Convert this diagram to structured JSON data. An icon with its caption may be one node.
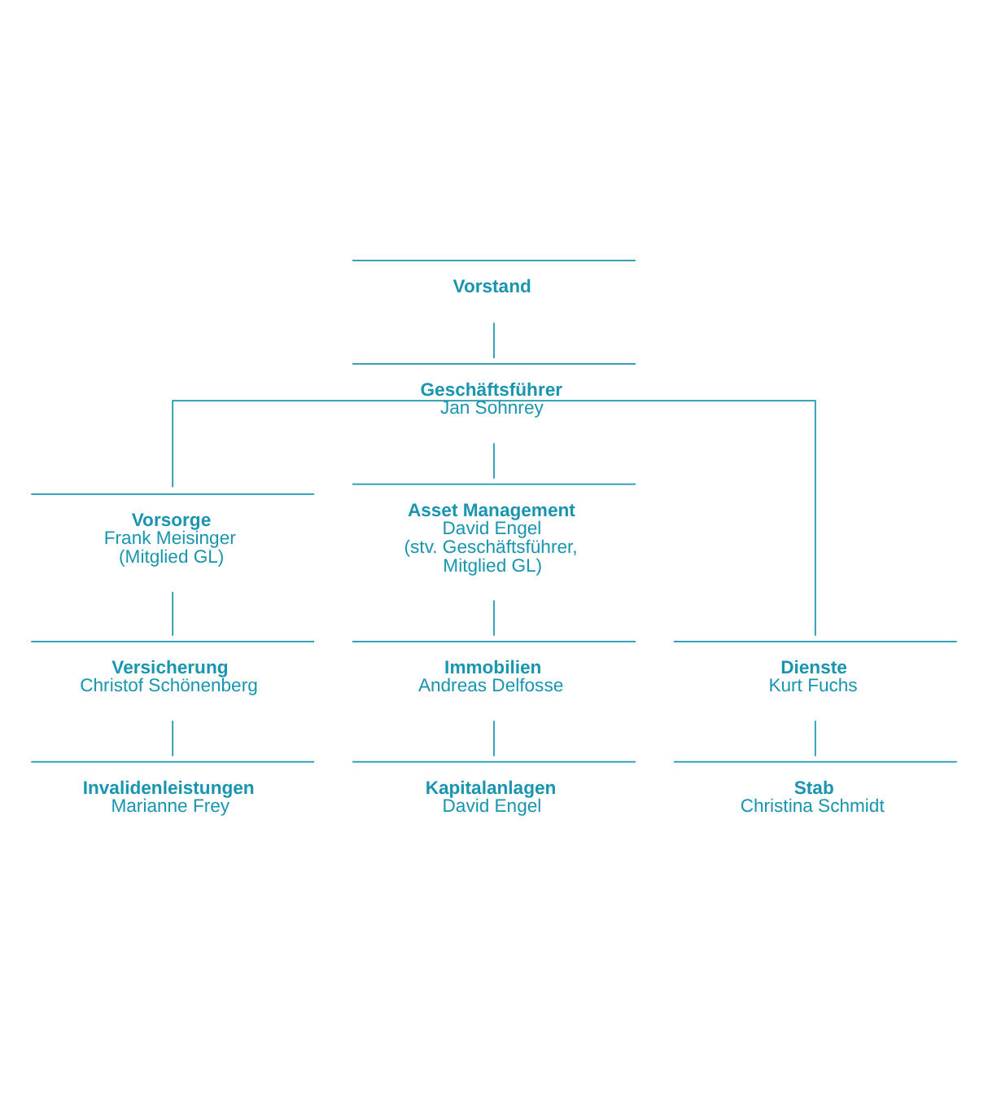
{
  "diagram": {
    "nodes": [
      {
        "text": [
          "Vorstand"
        ]
      },
      {
        "text": [
          "Geschäftsführer",
          "Jan Sohnrey"
        ]
      },
      {
        "text": [
          "Vorsorge",
          "Frank Meisinger",
          "(Mitglied GL)"
        ]
      },
      {
        "text": [
          "Asset Management",
          "David Engel",
          "(stv. Geschäftsführer, Mitglied GL)"
        ]
      },
      {
        "text": [
          "Versicherung",
          "Christof Schönenberg"
        ]
      },
      {
        "text": [
          "Immobilien",
          "Andreas Delfosse"
        ]
      },
      {
        "text": [
          "Dienste",
          "Kurt Fuchs"
        ]
      },
      {
        "text": [
          "Invalidenleistungen",
          "Marianne Frey"
        ]
      },
      {
        "text": [
          "Kapitalanlagen",
          "David Engel"
        ]
      },
      {
        "text": [
          "Stab",
          "Christina Schmidt"
        ]
      }
    ],
    "edges": [
      {
        "from": 0,
        "to": 1,
        "arrow": "none"
      },
      {
        "from": 1,
        "to": 2,
        "arrow": "none"
      },
      {
        "from": 1,
        "to": 3,
        "arrow": "none"
      },
      {
        "from": 1,
        "to": 6,
        "arrow": "none"
      },
      {
        "from": 2,
        "to": 4,
        "arrow": "none"
      },
      {
        "from": 3,
        "to": 5,
        "arrow": "none"
      },
      {
        "from": 4,
        "to": 7,
        "arrow": "none"
      },
      {
        "from": 5,
        "to": 8,
        "arrow": "none"
      },
      {
        "from": 6,
        "to": 9,
        "arrow": "none"
      }
    ]
  }
}
